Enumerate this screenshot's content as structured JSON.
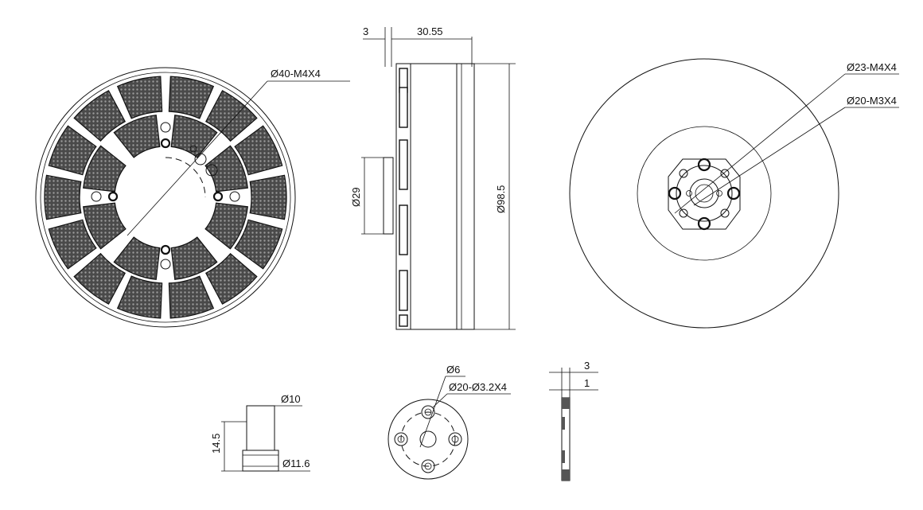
{
  "labels": {
    "front_bolt_circle": "Ø40-M4X4",
    "side_top_offset": "3",
    "side_length": "30.55",
    "side_shaft_dia": "Ø29",
    "side_outer_dia": "Ø98.5",
    "back_outer_pattern": "Ø23-M4X4",
    "back_inner_pattern": "Ø20-M3X4",
    "spacer_top_dia": "Ø10",
    "spacer_height": "14.5",
    "spacer_bottom_dia": "Ø11.6",
    "plate_center_hole": "Ø6",
    "plate_hole_pattern": "Ø20-Ø3.2X4",
    "plate_thickness": "3",
    "plate_step": "1"
  }
}
